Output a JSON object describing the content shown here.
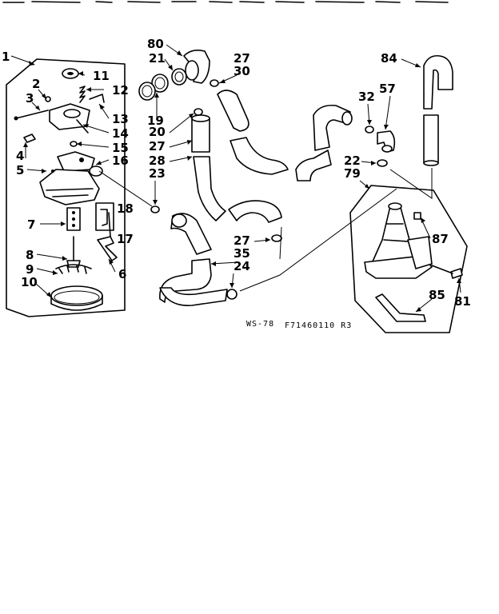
{
  "labels": {
    "l1": "1",
    "l2": "2",
    "l3": "3",
    "l4": "4",
    "l5": "5",
    "l6": "6",
    "l7": "7",
    "l8": "8",
    "l9": "9",
    "l10": "10",
    "l11": "11",
    "l12": "12",
    "l13": "13",
    "l14": "14",
    "l15": "15",
    "l16": "16",
    "l17": "17",
    "l18": "18",
    "l19": "19",
    "l20": "20",
    "l21": "21",
    "l22": "22",
    "l23": "23",
    "l24": "24",
    "l27a": "27",
    "l27b": "27",
    "l27c": "27",
    "l28": "28",
    "l30": "30",
    "l32": "32",
    "l35": "35",
    "l57": "57",
    "l79": "79",
    "l80": "80",
    "l81": "81",
    "l84": "84",
    "l85": "85",
    "l87": "87"
  },
  "footer": {
    "left_code": "WS-78",
    "drawing_number": "F71460110 R3"
  }
}
